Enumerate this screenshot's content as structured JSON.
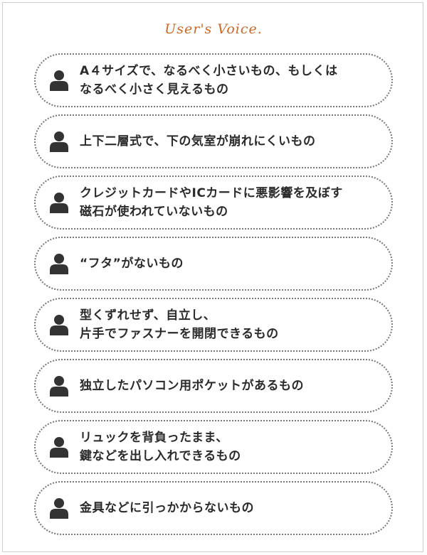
{
  "heading": "User's Voice.",
  "colors": {
    "accent": "#c8692a",
    "icon": "#333333",
    "border": "#777777"
  },
  "icon": "person-icon",
  "items": [
    {
      "text": "A４サイズで、なるべく小さいもの、もしくは\nなるべく小さく見えるもの"
    },
    {
      "text": "上下二層式で、下の気室が崩れにくいもの"
    },
    {
      "text": "クレジットカードやICカードに悪影響を及ぼす\n磁石が使われていないもの"
    },
    {
      "text": "“フタ”がないもの"
    },
    {
      "text": "型くずれせず、自立し、\n片手でファスナーを開閉できるもの"
    },
    {
      "text": "独立したパソコン用ポケットがあるもの"
    },
    {
      "text": "リュックを背負ったまま、\n鍵などを出し入れできるもの"
    },
    {
      "text": "金具などに引っかからないもの"
    }
  ]
}
